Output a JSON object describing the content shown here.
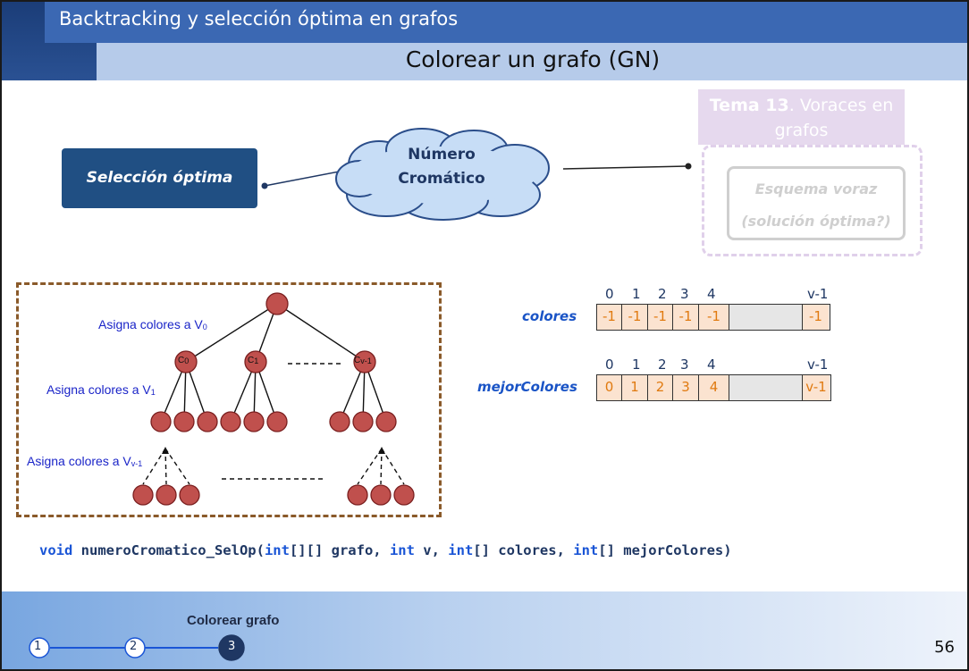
{
  "header": {
    "title": "Backtracking y selección óptima en grafos",
    "subtitle": "Colorear un grafo (GN)"
  },
  "tema": {
    "bold": "Tema 13",
    "rest": ". Voraces en grafos"
  },
  "esquema": {
    "line1": "Esquema voraz",
    "line2": "(solución óptima?)"
  },
  "seleccion": "Selección óptima",
  "cloud": {
    "line1": "Número",
    "line2": "Cromático"
  },
  "tree": {
    "level0_text": "Asigna colores a V",
    "level0_sub": "0",
    "level1_text": "Asigna colores a V",
    "level1_sub": "1",
    "level2_text": "Asigna colores a V",
    "level2_sub": "v-1",
    "child_labels": [
      "C",
      "C",
      "C"
    ],
    "child_subs": [
      "0",
      "1",
      "v-1"
    ]
  },
  "arrays": {
    "indices": [
      "0",
      "1",
      "2",
      "3",
      "4",
      "v-1"
    ],
    "colores": {
      "label": "colores",
      "cells": [
        "-1",
        "-1",
        "-1",
        "-1",
        "-1",
        "",
        "-1"
      ]
    },
    "mejorColores": {
      "label": "mejorColores",
      "cells": [
        "0",
        "1",
        "2",
        "3",
        "4",
        "",
        "v-1"
      ]
    }
  },
  "code": {
    "kw1": "void",
    "t1": " numeroCromatico_SelOp(",
    "kw2": "int",
    "t2": "[][] grafo, ",
    "kw3": "int",
    "t3": " v, ",
    "kw4": "int",
    "t4": "[] colores, ",
    "kw5": "int",
    "t5": "[] mejorColores)"
  },
  "footer": {
    "label": "Colorear grafo",
    "steps": [
      "1",
      "2",
      "3"
    ],
    "page": "56"
  },
  "colors": {
    "header_blue": "#3b68b3",
    "header_dark": "#1b3d78",
    "subheader": "#b6cbea",
    "node_fill": "#c0504d",
    "node_stroke": "#7a1f1f",
    "array_text": "#e07a10",
    "label_blue": "#1a24c8",
    "step_active": "#1f3763"
  }
}
